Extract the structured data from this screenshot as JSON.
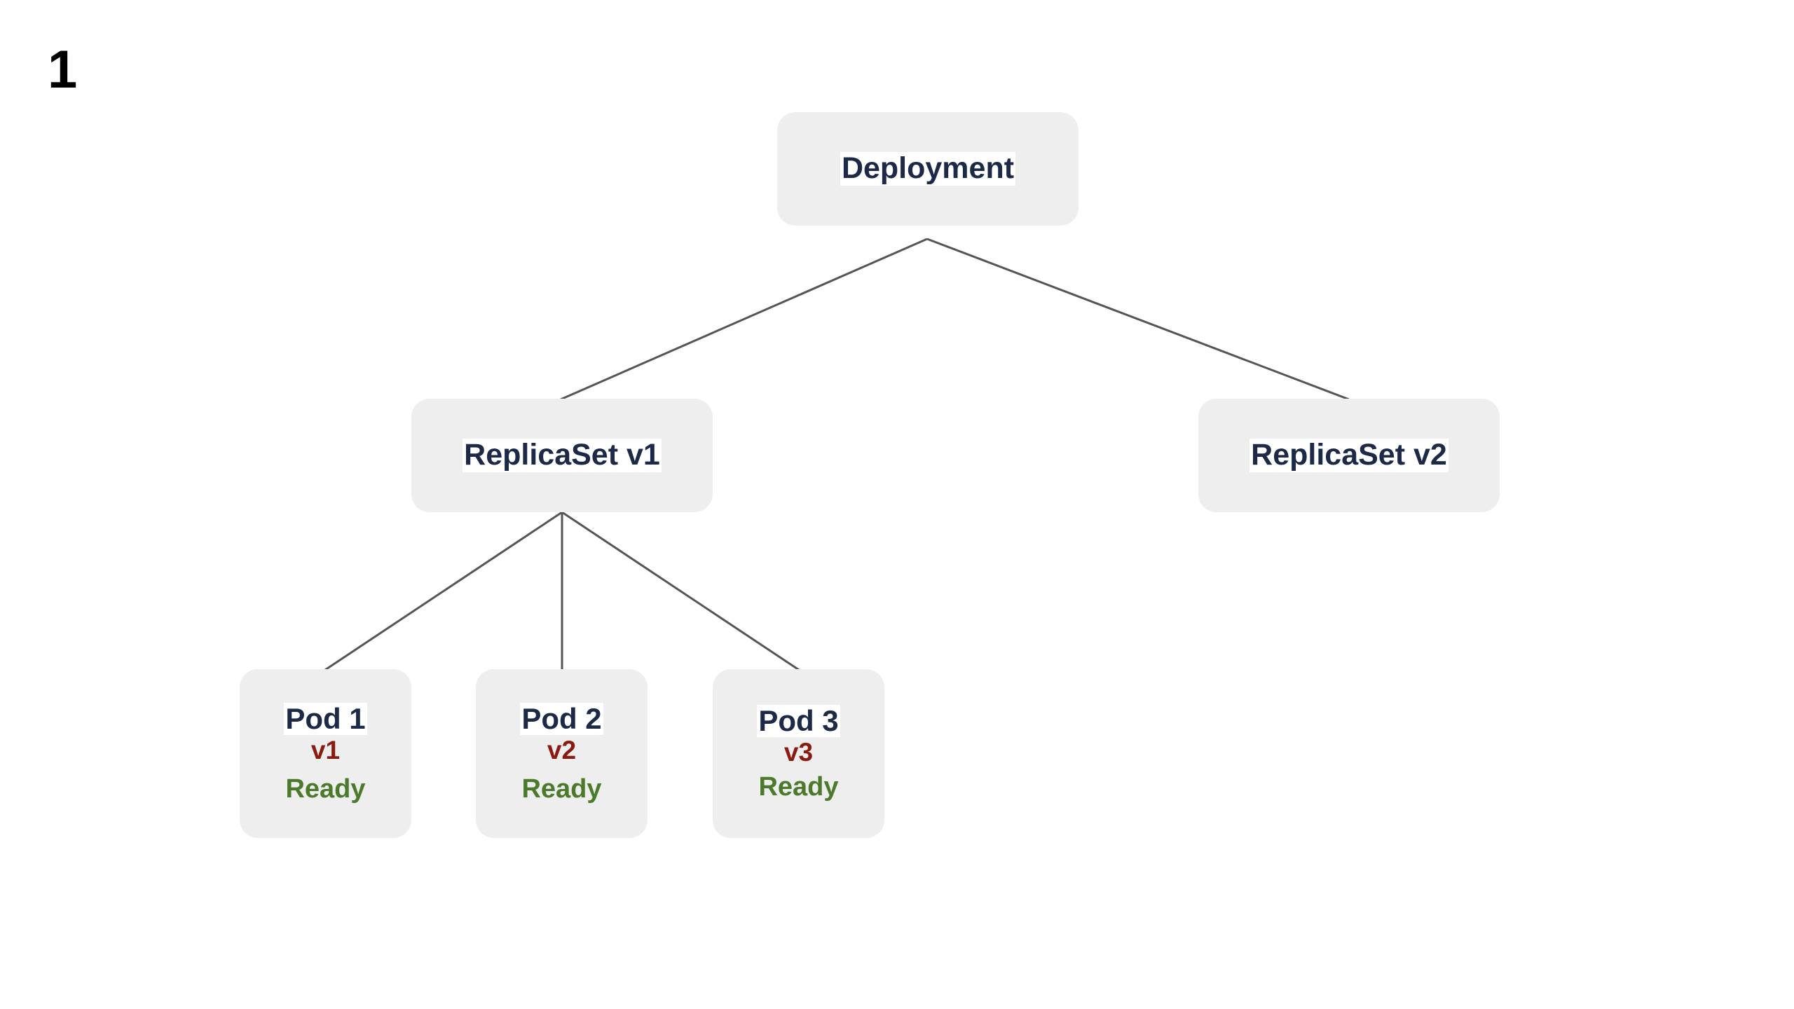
{
  "step_number": "1",
  "deployment": {
    "label": "Deployment"
  },
  "replicasets": [
    {
      "label": "ReplicaSet v1"
    },
    {
      "label": "ReplicaSet v2"
    }
  ],
  "pods": [
    {
      "label": "Pod 1",
      "version": "v1",
      "status": "Ready"
    },
    {
      "label": "Pod 2",
      "version": "v2",
      "status": "Ready"
    },
    {
      "label": "Pod 3",
      "version": "v3",
      "status": "Ready"
    }
  ],
  "colors": {
    "node_fill": "#eeeeee",
    "label_text": "#1c2a48",
    "version_text": "#8b1a10",
    "status_text": "#4a7a2a",
    "connector": "#555555"
  }
}
